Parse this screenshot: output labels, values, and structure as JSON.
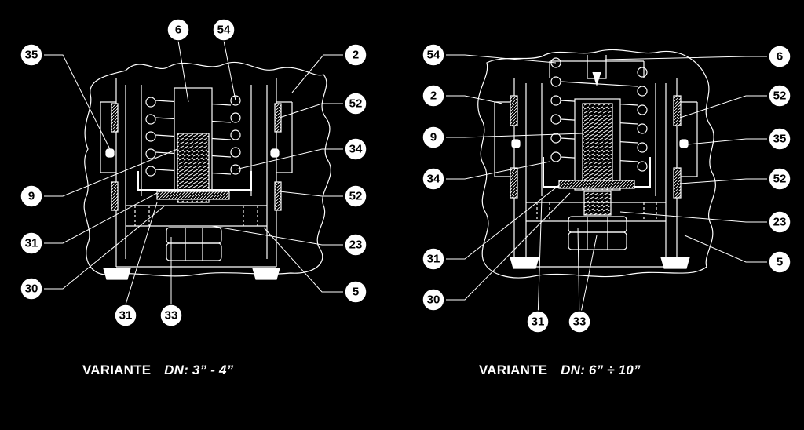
{
  "variants": [
    {
      "caption_prefix": "VARIANTE",
      "caption_dn": "DN: 3” - 4”",
      "callouts": [
        "6",
        "54",
        "35",
        "2",
        "52",
        "34",
        "9",
        "52",
        "31",
        "23",
        "30",
        "5",
        "31",
        "33"
      ]
    },
    {
      "caption_prefix": "VARIANTE",
      "caption_dn": "DN: 6” ÷ 10”",
      "callouts": [
        "54",
        "6",
        "2",
        "52",
        "9",
        "35",
        "34",
        "52",
        "23",
        "31",
        "5",
        "30",
        "31",
        "33"
      ]
    }
  ]
}
